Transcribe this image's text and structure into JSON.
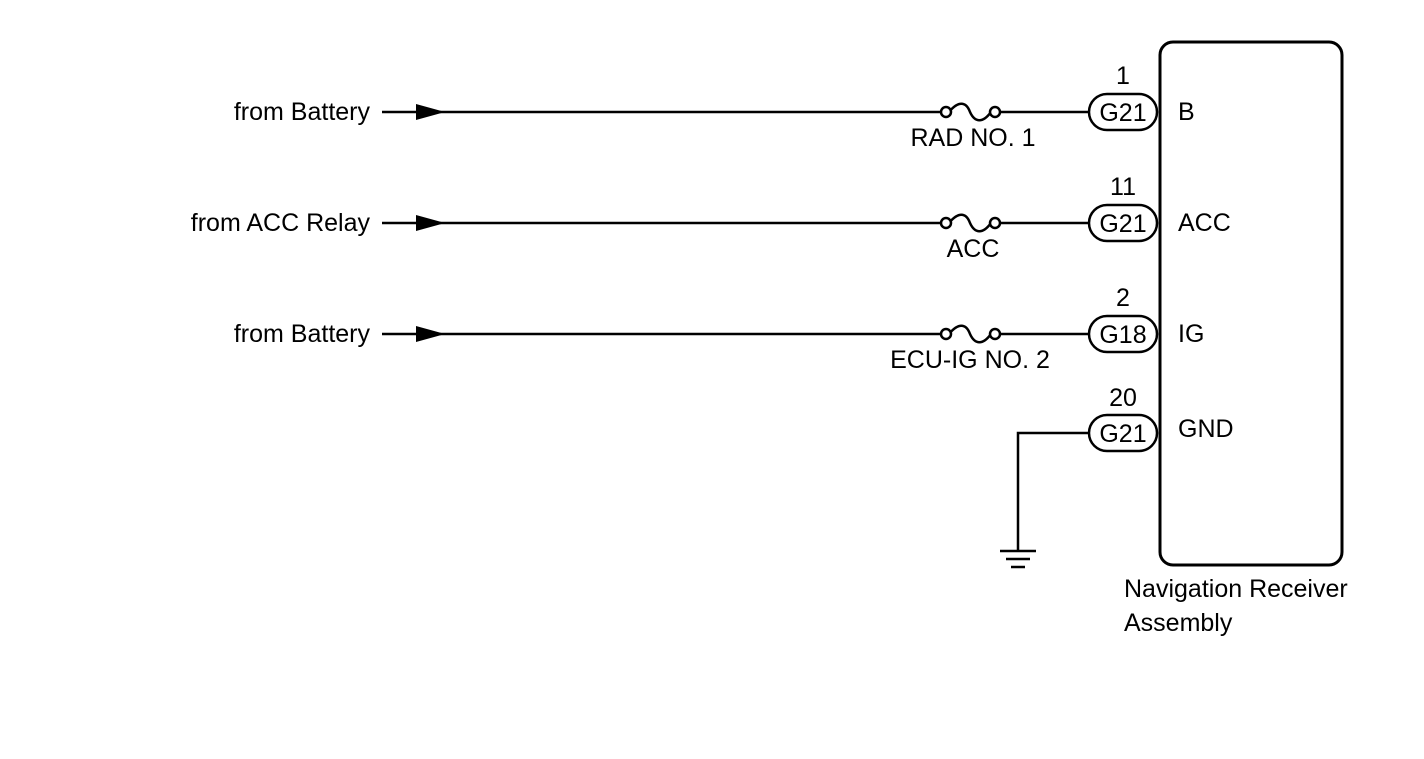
{
  "component": {
    "name_line1": "Navigation Receiver",
    "name_line2": "Assembly"
  },
  "circuits": [
    {
      "source": "from Battery",
      "fuse": "RAD NO. 1",
      "pin": "1",
      "connector": "G21",
      "terminal": "B"
    },
    {
      "source": "from ACC Relay",
      "fuse": "ACC",
      "pin": "11",
      "connector": "G21",
      "terminal": "ACC"
    },
    {
      "source": "from Battery",
      "fuse": "ECU-IG NO. 2",
      "pin": "2",
      "connector": "G18",
      "terminal": "IG"
    }
  ],
  "ground": {
    "pin": "20",
    "connector": "G21",
    "terminal": "GND",
    "symbol_icon": "ground-icon"
  },
  "icons": {
    "arrow": "arrow-right-icon",
    "fuse": "fuse-icon"
  }
}
